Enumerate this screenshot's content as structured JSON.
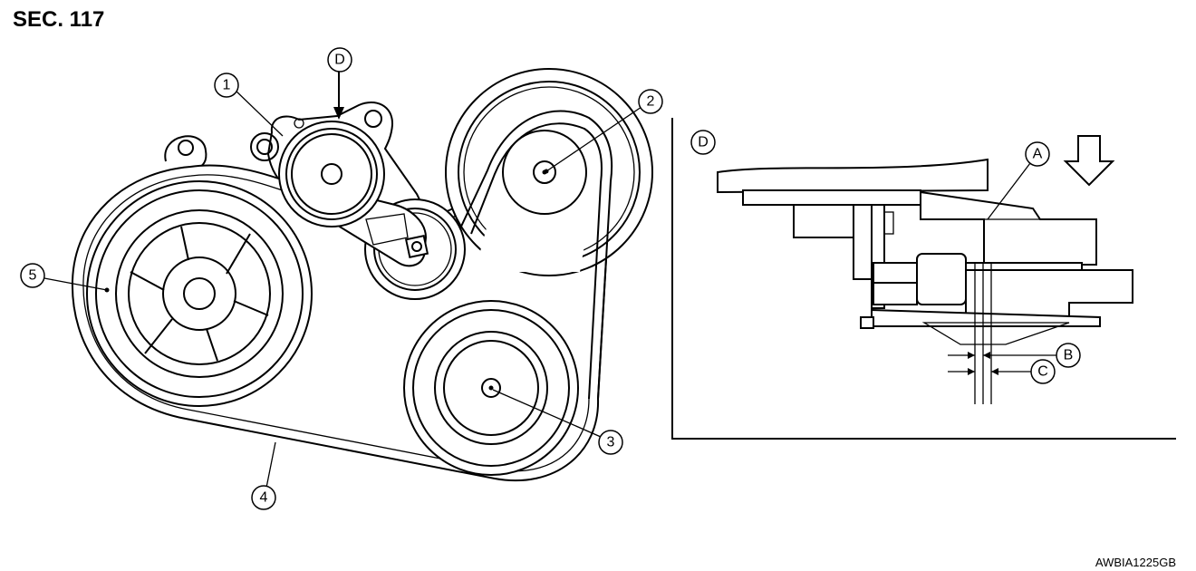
{
  "section_title": "SEC. 117",
  "figure_code": "AWBIA1225GB",
  "callouts": {
    "c1": "1",
    "c2": "2",
    "c3": "3",
    "c4": "4",
    "c5": "5",
    "cD": "D",
    "cD_detail": "D",
    "cA": "A",
    "cB": "B",
    "cC": "C"
  }
}
